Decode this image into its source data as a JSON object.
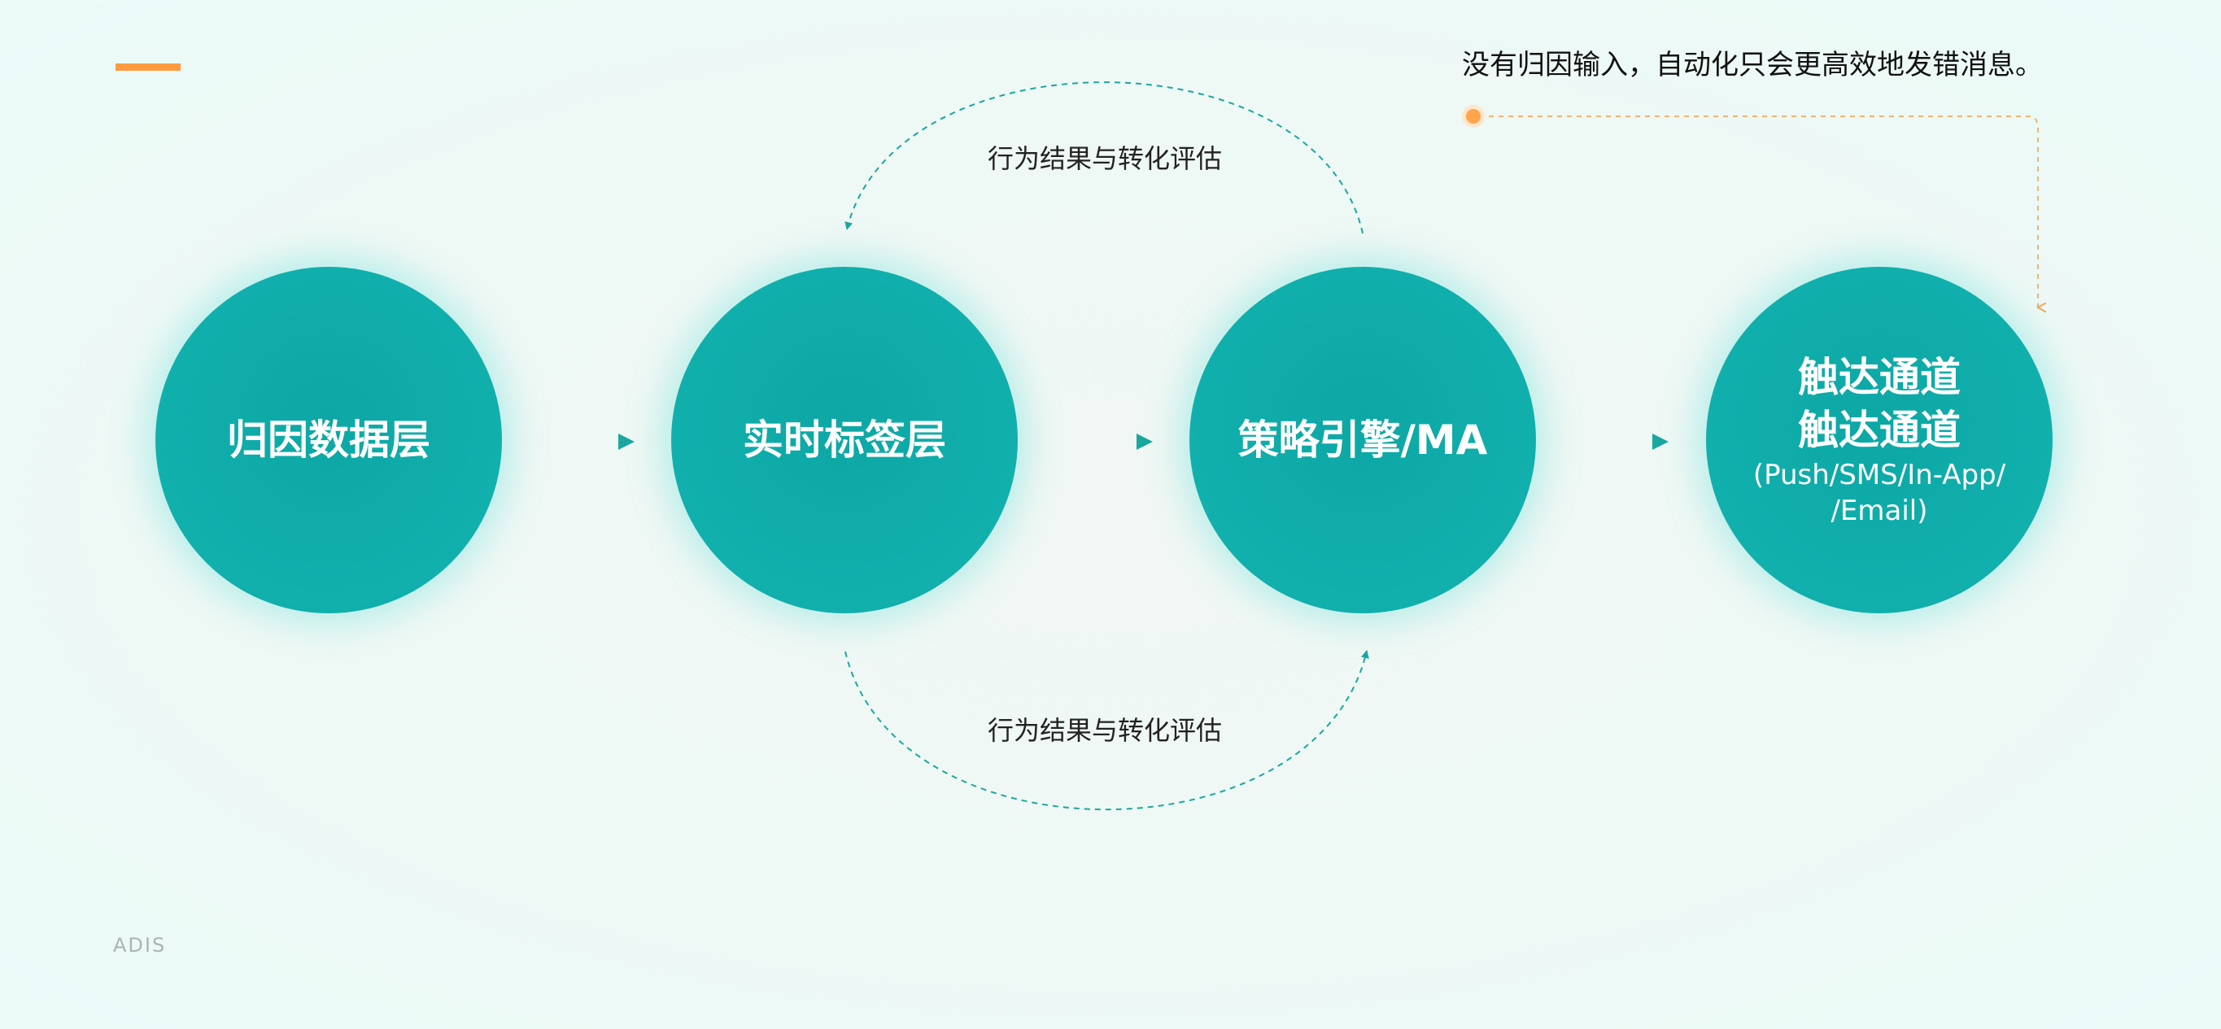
{
  "note": "没有归因输入，自动化只会更高效地发错消息。",
  "brand": "ADIS",
  "nodes": [
    {
      "title": "归因数据层"
    },
    {
      "title": "实时标签层"
    },
    {
      "title": "策略引擎/MA"
    },
    {
      "title": "触达通道",
      "title2": "触达通道",
      "sub1": "(Push/SMS/In-App/",
      "sub2": "/Email)"
    }
  ],
  "loops": {
    "top_label": "行为结果与转化评估",
    "bottom_label": "行为结果与转化评估"
  },
  "colors": {
    "node": "#11b0ad",
    "accent": "#ff9a40",
    "line": "#1aa7a0"
  }
}
